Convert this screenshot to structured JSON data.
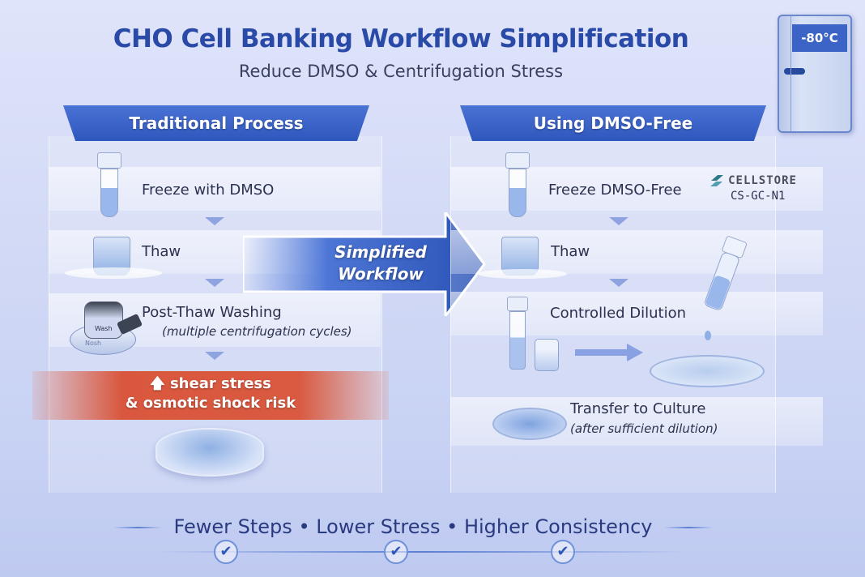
{
  "header": {
    "title": "CHO Cell Banking Workflow Simplification",
    "subtitle": "Reduce DMSO & Centrifugation Stress"
  },
  "freezer": {
    "temperature": "-80°C"
  },
  "traditional": {
    "heading": "Traditional Process",
    "steps": [
      {
        "label": "Freeze with DMSO",
        "icon": "cryovial-icon"
      },
      {
        "label": "Thaw",
        "icon": "thaw-beaker-icon"
      },
      {
        "label": "Post-Thaw Washing",
        "note": "(multiple centrifugation cycles)",
        "icon": "centrifuge-icon",
        "device_labels": [
          "Wash",
          "Nosh"
        ]
      }
    ],
    "risk": {
      "line1": "shear stress",
      "line2": "& osmotic shock risk",
      "icon": "arrow-up-icon",
      "color": "#d9573e"
    },
    "result_icon": "damaged-cells-dish-icon"
  },
  "center_arrow": {
    "line1": "Simplified",
    "line2": "Workflow"
  },
  "dmso_free": {
    "heading": "Using DMSO-Free",
    "steps": [
      {
        "label": "Freeze DMSO-Free",
        "icon": "cryovial-icon"
      },
      {
        "label": "Thaw",
        "icon": "thaw-beaker-icon"
      },
      {
        "label": "Controlled Dilution",
        "icon": "dilution-vial-icon"
      },
      {
        "label": "Transfer to Culture",
        "note": "(after sufficient dilution)",
        "icon": "petri-dish-icon"
      }
    ],
    "product": {
      "brand": "CELLSTORE",
      "code": "CS-GC-N1"
    }
  },
  "footer": {
    "benefits": [
      "Fewer Steps",
      "Lower Stress",
      "Higher Consistency"
    ],
    "separator": "•",
    "check_glyph": "✔"
  },
  "colors": {
    "title": "#2a4aa8",
    "banner": "#3a60c8",
    "background": "#d3daf6",
    "risk": "#d9573e"
  }
}
